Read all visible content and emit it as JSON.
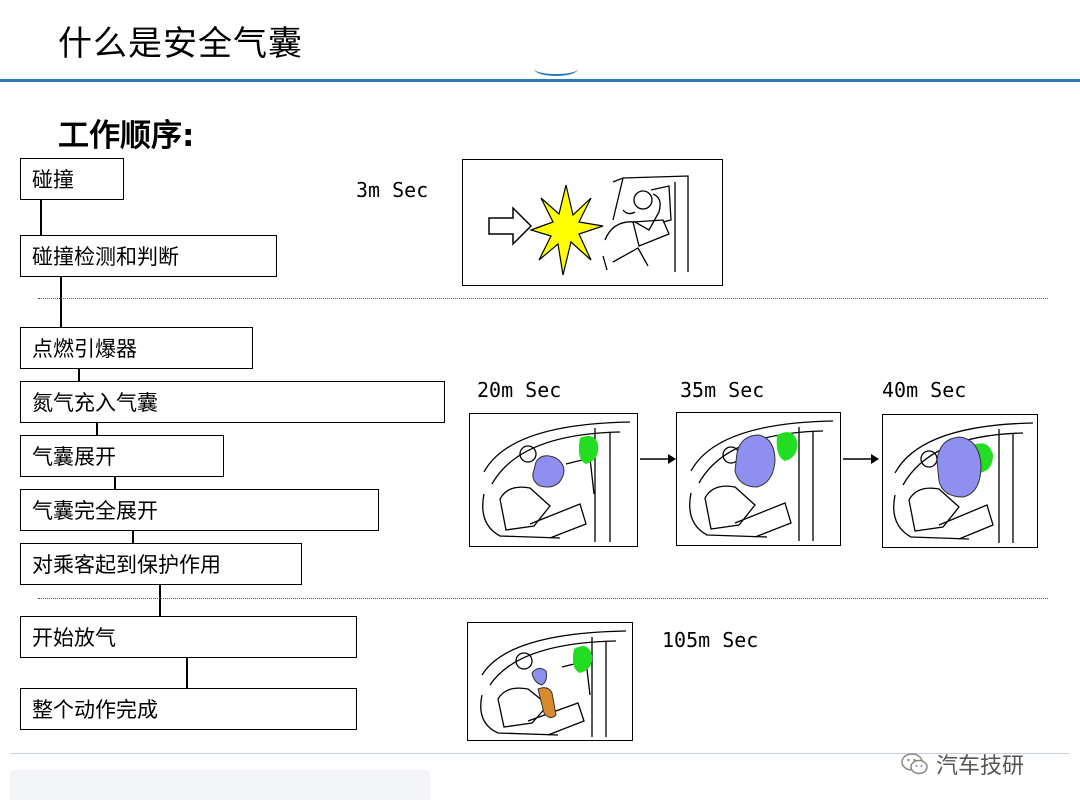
{
  "page": {
    "title": "什么是安全气囊",
    "subtitle": "工作顺序:"
  },
  "steps": [
    "碰撞",
    "碰撞检测和判断",
    "点燃引爆器",
    "氮气充入气囊",
    "气囊展开",
    "气囊完全展开",
    "对乘客起到保护作用",
    "开始放气",
    "整个动作完成"
  ],
  "times": {
    "t1": "3m Sec",
    "t2": "20m Sec",
    "t3": "35m Sec",
    "t4": "40m Sec",
    "t5": "105m Sec"
  },
  "watermark": {
    "text": "汽车技研"
  },
  "colors": {
    "accent_line": "#2a7ab8",
    "airbag": "#8f8ff0",
    "curtain": "#22dd22",
    "explosion": "#ffff00",
    "deflating_bag": "#d98a2e"
  }
}
